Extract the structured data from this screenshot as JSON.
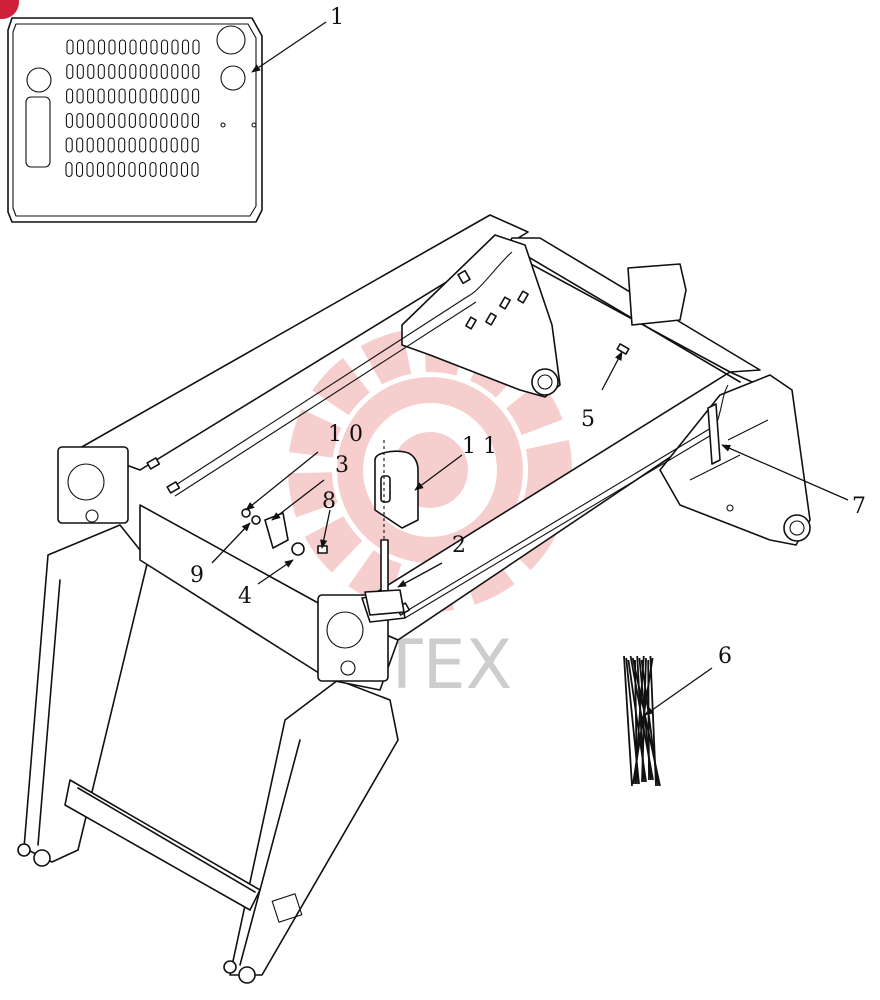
{
  "watermark": {
    "text": "HTEX",
    "color": "#f4c4c4"
  },
  "callouts": {
    "c1": "1",
    "c2": "2",
    "c3": "3",
    "c4": "4",
    "c5": "5",
    "c6": "6",
    "c7": "7",
    "c8": "8",
    "c9": "9",
    "c10": "1 0",
    "c11": "1 1"
  }
}
